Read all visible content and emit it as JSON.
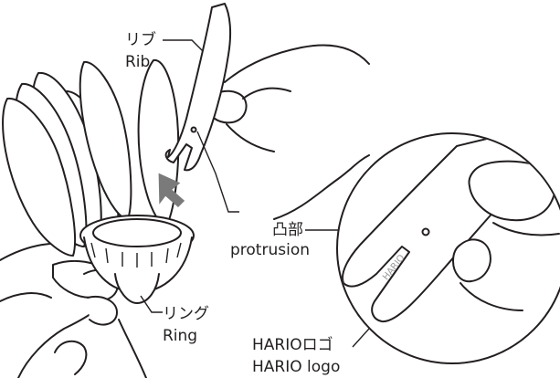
{
  "labels": {
    "rib_jp": "リブ",
    "rib_en": "Rib",
    "protrusion_jp": "凸部",
    "protrusion_en": "protrusion",
    "ring_jp": "リング",
    "ring_en": "Ring",
    "logo_jp": "HARIOロゴ",
    "logo_en": "HARIO logo",
    "logo_engraving": "HARIO"
  },
  "colors": {
    "line": "#231f20",
    "arrow": "#7a7a7a",
    "background": "#ffffff"
  }
}
